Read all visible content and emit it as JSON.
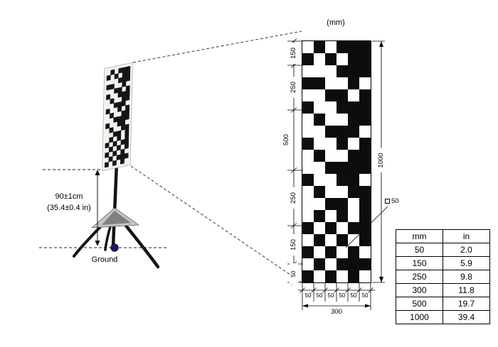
{
  "figure": {
    "height_label_line1": "90±1cm",
    "height_label_line2": "(35.4±0.4 in)",
    "ground_label": "Ground"
  },
  "drawing": {
    "units_label": "(mm)",
    "left_dims": [
      "150",
      "250",
      "500",
      "250",
      "150",
      "50"
    ],
    "right_dim": "1000",
    "bottom_cell_dims": [
      "50",
      "50",
      "50",
      "50",
      "50",
      "50"
    ],
    "bottom_total_dim": "300",
    "square_callout_value": "50",
    "pattern": {
      "cols": 6,
      "rows": 20,
      "cell_mm": 50,
      "matrix": [
        [
          0,
          1,
          0,
          1,
          1,
          1
        ],
        [
          1,
          0,
          1,
          0,
          1,
          1
        ],
        [
          0,
          0,
          0,
          1,
          1,
          1
        ],
        [
          1,
          1,
          0,
          0,
          1,
          0
        ],
        [
          0,
          0,
          1,
          1,
          0,
          1
        ],
        [
          1,
          0,
          0,
          1,
          1,
          1
        ],
        [
          0,
          1,
          0,
          0,
          1,
          1
        ],
        [
          0,
          0,
          1,
          1,
          1,
          0
        ],
        [
          1,
          0,
          0,
          1,
          0,
          1
        ],
        [
          0,
          1,
          0,
          0,
          1,
          1
        ],
        [
          0,
          0,
          1,
          1,
          1,
          1
        ],
        [
          1,
          0,
          0,
          1,
          1,
          0
        ],
        [
          0,
          1,
          0,
          0,
          1,
          1
        ],
        [
          0,
          0,
          1,
          1,
          0,
          1
        ],
        [
          0,
          1,
          0,
          1,
          0,
          1
        ],
        [
          1,
          0,
          1,
          0,
          1,
          1
        ],
        [
          0,
          1,
          0,
          1,
          0,
          1
        ],
        [
          1,
          0,
          1,
          0,
          1,
          0
        ],
        [
          0,
          1,
          0,
          1,
          1,
          1
        ],
        [
          1,
          0,
          1,
          0,
          1,
          0
        ]
      ]
    }
  },
  "table": {
    "headers": [
      "mm",
      "in"
    ],
    "rows": [
      [
        "50",
        "2.0"
      ],
      [
        "150",
        "5.9"
      ],
      [
        "250",
        "9.8"
      ],
      [
        "300",
        "11.8"
      ],
      [
        "500",
        "19.7"
      ],
      [
        "1000",
        "39.4"
      ]
    ]
  },
  "colors": {
    "pattern_black": "#0d0d0d",
    "ground_dot": "#1b1a5e",
    "board_fill": "#f4f3ee"
  }
}
